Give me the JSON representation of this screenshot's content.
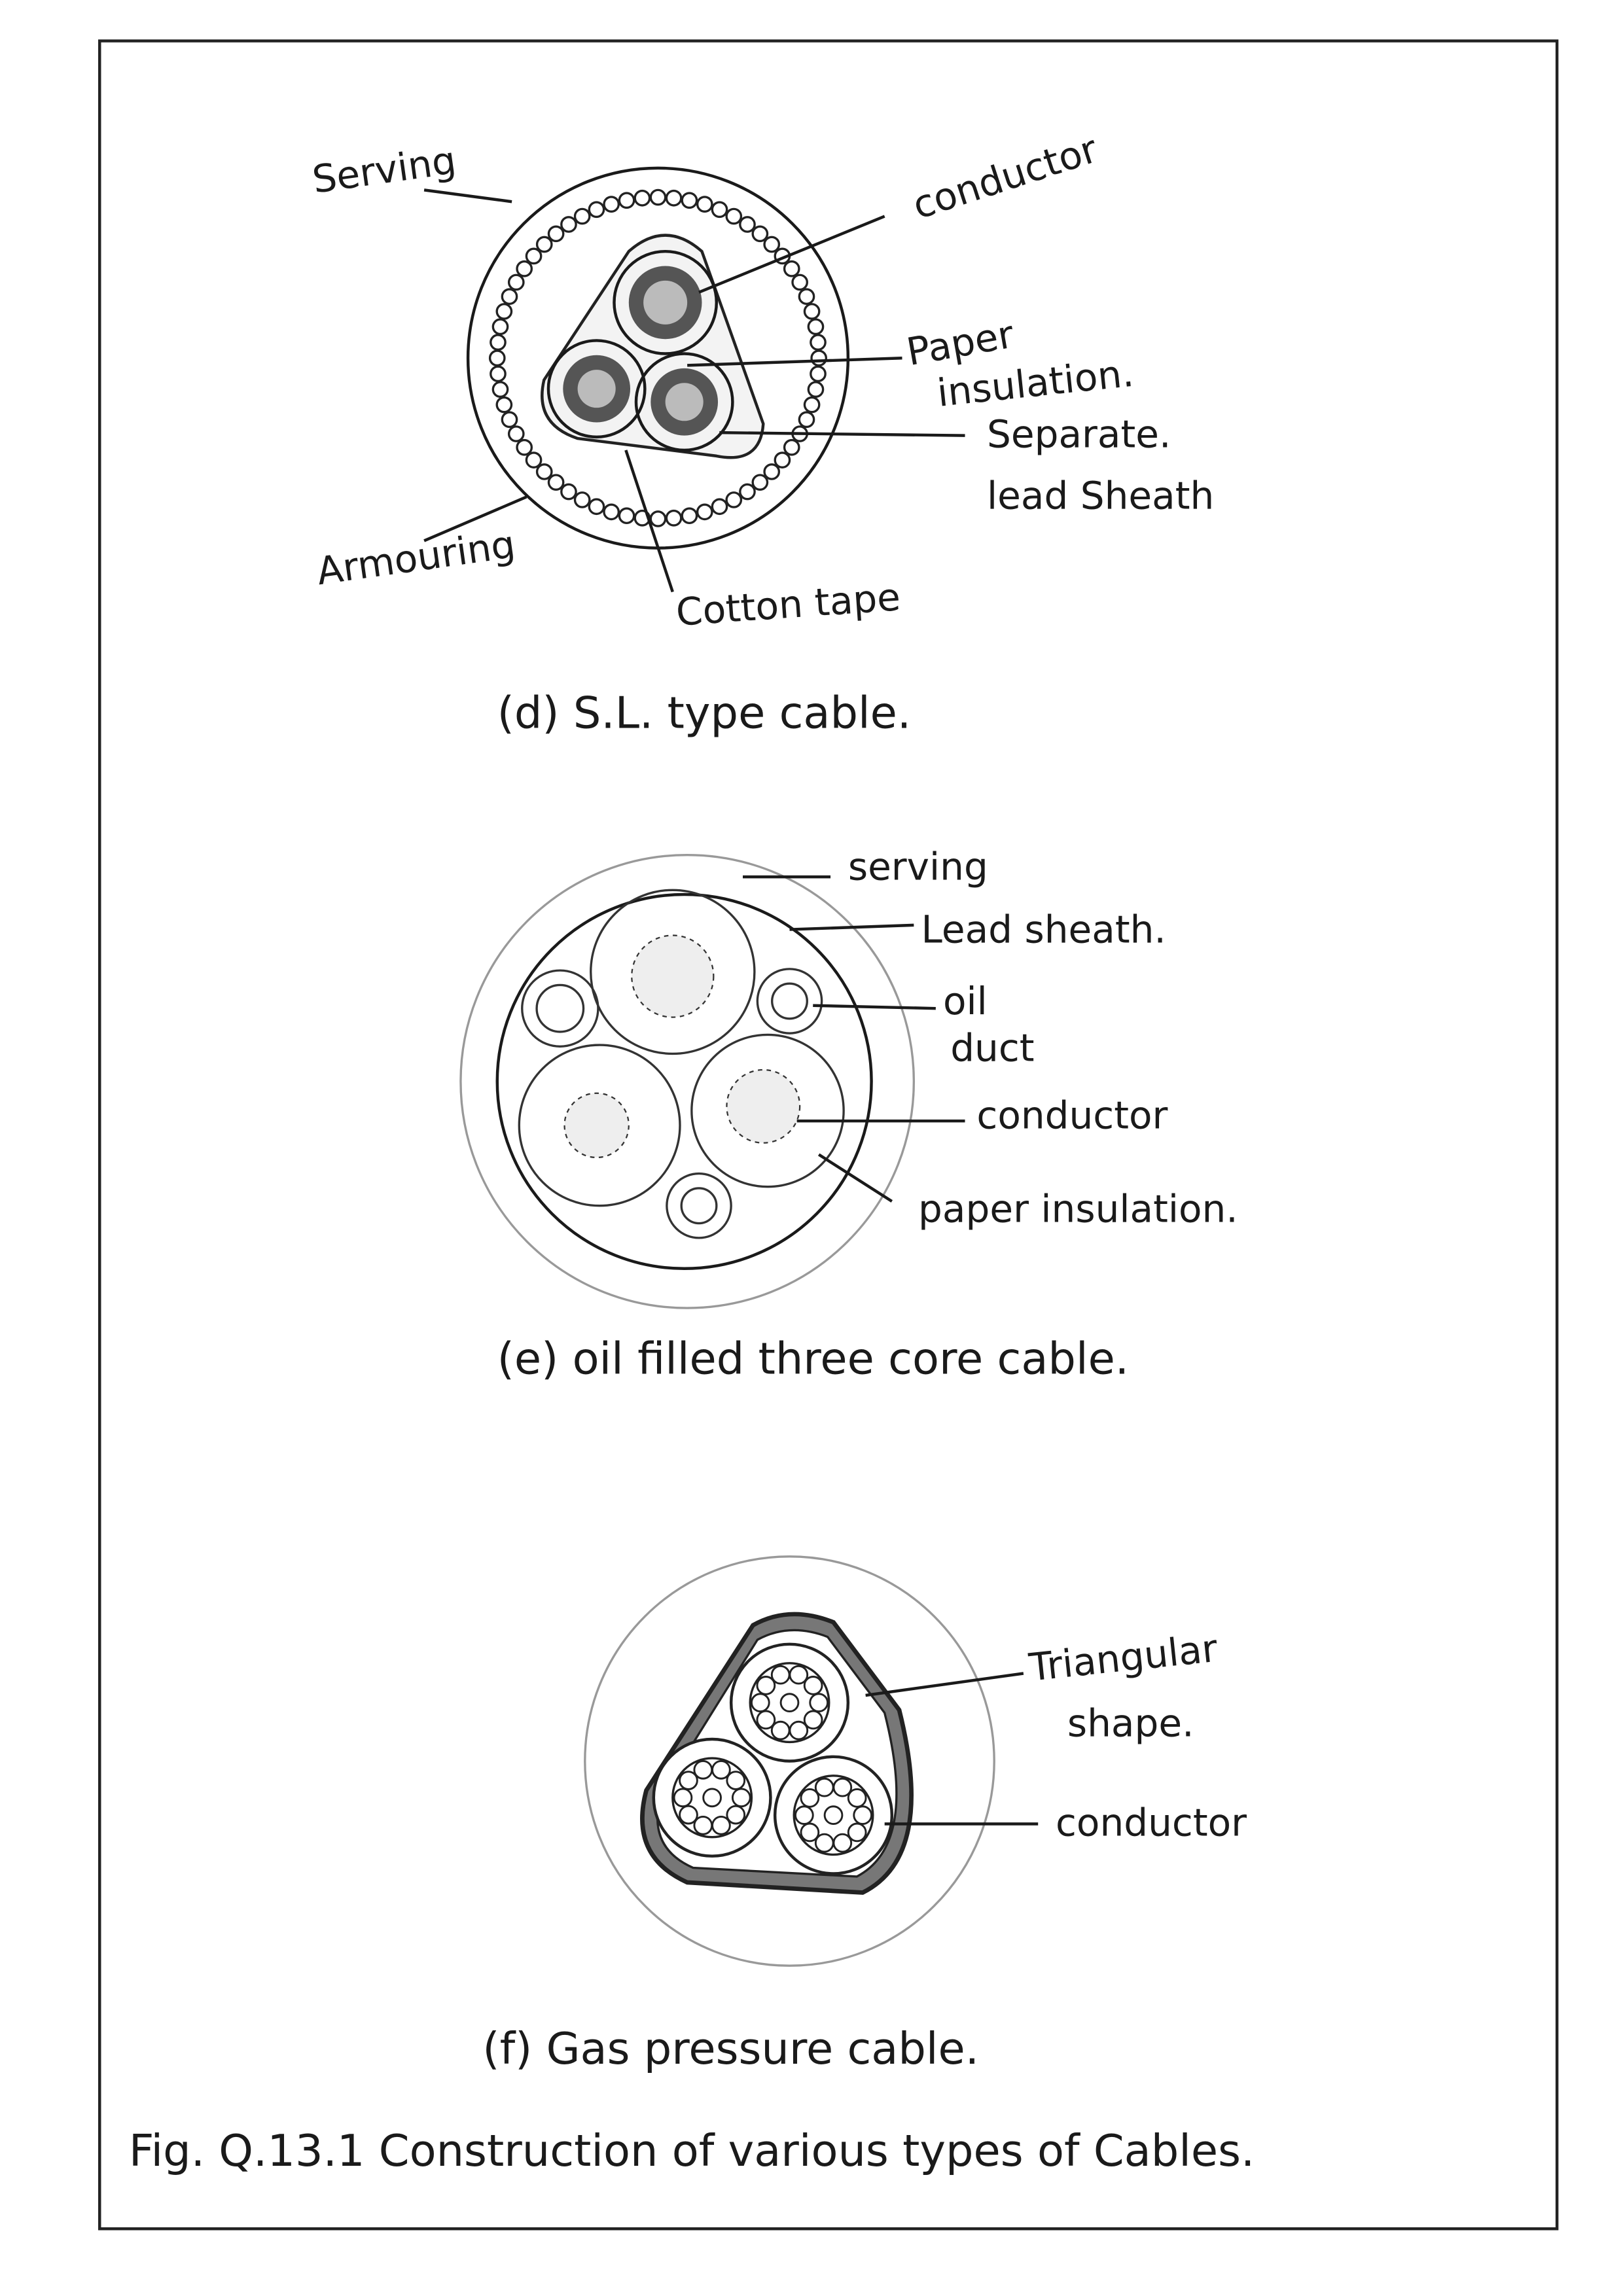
{
  "figure_d": {
    "caption": "(d) S.L. type cable.",
    "labels": {
      "serving": "Serving",
      "conductor": "conductor",
      "paper_insulation_1": "Paper",
      "paper_insulation_2": "insulation.",
      "separate_lead_sheath_1": "Separate.",
      "separate_lead_sheath_2": "lead Sheath",
      "armouring": "Armouring",
      "cotton_tape": "Cotton tape"
    }
  },
  "figure_e": {
    "caption": "(e) oil filled three core cable.",
    "labels": {
      "serving": "serving",
      "lead_sheath": "Lead sheath.",
      "oil_duct_1": "oil",
      "oil_duct_2": "duct",
      "conductor": "conductor",
      "paper_insulation": "paper insulation."
    }
  },
  "figure_f": {
    "caption": "(f) Gas pressure cable.",
    "labels": {
      "triangular_shape_1": "Triangular",
      "triangular_shape_2": "shape.",
      "conductor": "conductor"
    }
  },
  "main_caption": "Fig. Q.13.1 Construction of various types of Cables."
}
